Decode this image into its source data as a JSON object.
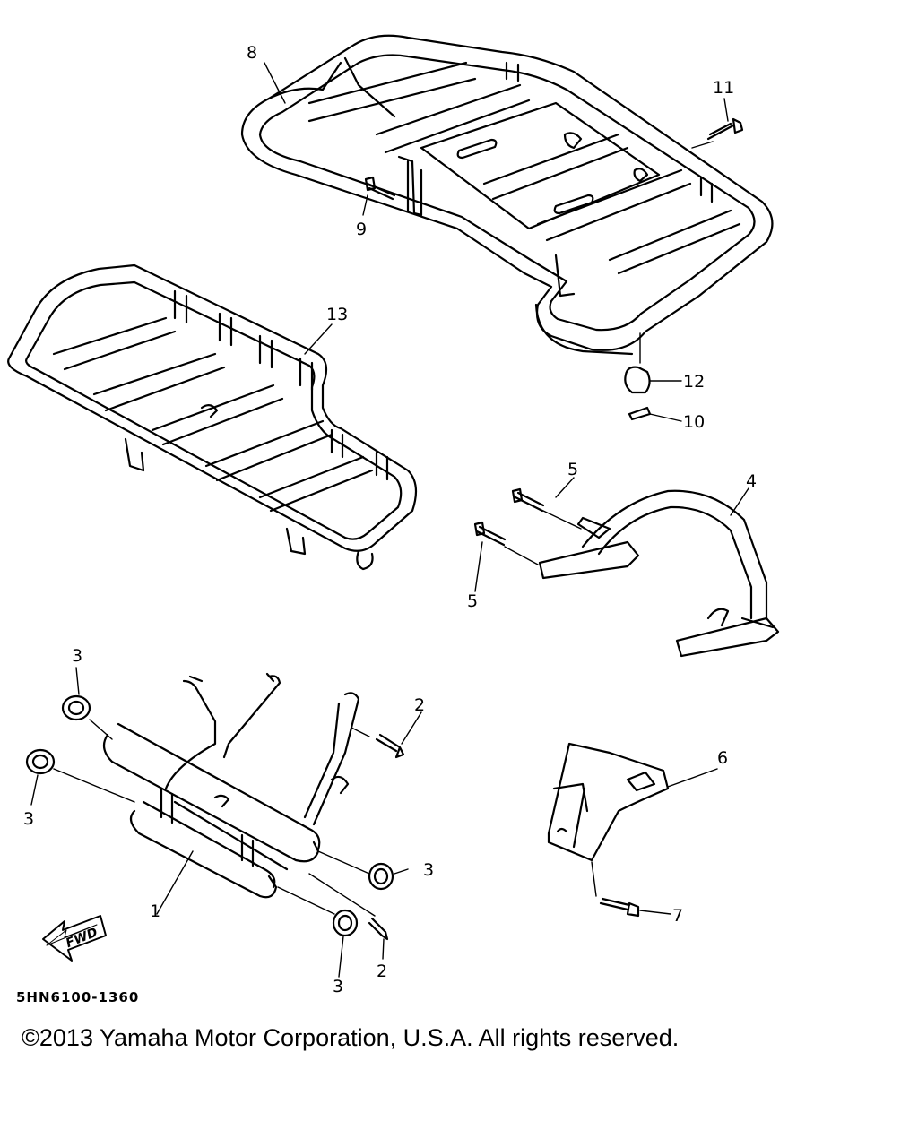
{
  "diagram": {
    "drawing_code": "5HN6100-1360",
    "fwd_label": "FWD",
    "callouts": [
      {
        "id": "8",
        "label": "8"
      },
      {
        "id": "11",
        "label": "11"
      },
      {
        "id": "9",
        "label": "9"
      },
      {
        "id": "13",
        "label": "13"
      },
      {
        "id": "12",
        "label": "12"
      },
      {
        "id": "10",
        "label": "10"
      },
      {
        "id": "5a",
        "label": "5"
      },
      {
        "id": "5b",
        "label": "5"
      },
      {
        "id": "4",
        "label": "4"
      },
      {
        "id": "3a",
        "label": "3"
      },
      {
        "id": "3b",
        "label": "3"
      },
      {
        "id": "3c",
        "label": "3"
      },
      {
        "id": "3d",
        "label": "3"
      },
      {
        "id": "2a",
        "label": "2"
      },
      {
        "id": "2b",
        "label": "2"
      },
      {
        "id": "1",
        "label": "1"
      },
      {
        "id": "6",
        "label": "6"
      },
      {
        "id": "7",
        "label": "7"
      }
    ]
  },
  "footer": {
    "copyright": "©2013 Yamaha Motor Corporation, U.S.A. All rights reserved."
  }
}
